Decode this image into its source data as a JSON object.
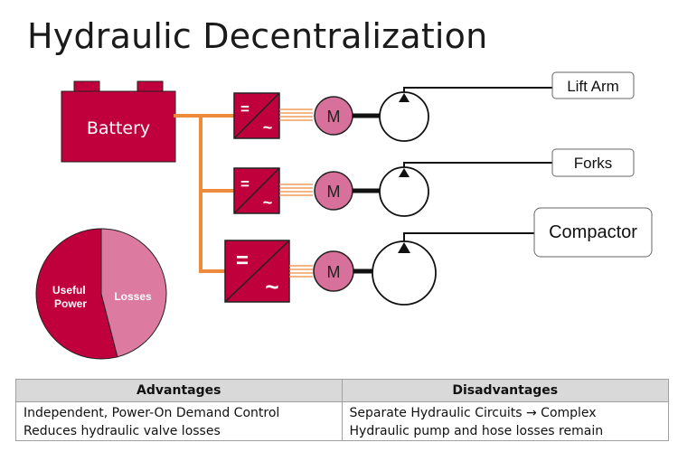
{
  "title": "Hydraulic Decentralization",
  "battery": {
    "label": "Battery"
  },
  "motor_label": "M",
  "inverter": {
    "dc_symbol": "=",
    "ac_symbol": "~"
  },
  "outputs": [
    "Lift Arm",
    "Forks",
    "Compactor"
  ],
  "pie": {
    "slices": [
      {
        "label_lines": [
          "Useful",
          "Power"
        ],
        "fraction": 0.54,
        "color": "#c0003c"
      },
      {
        "label_lines": [
          "Losses"
        ],
        "fraction": 0.46,
        "color": "#dc7aa0"
      }
    ]
  },
  "table": {
    "headers": [
      "Advantages",
      "Disadvantages"
    ],
    "advantages": [
      "Independent, Power-On Demand Control",
      "Reduces hydraulic valve losses"
    ],
    "disadvantages": [
      "Separate Hydraulic Circuits → Complex",
      "Hydraulic pump and hose losses remain"
    ]
  },
  "colors": {
    "crimson": "#c0003c",
    "motor_pink": "#d7709a",
    "cable_orange": "#ee8a3b",
    "slice_light": "#dc7aa0"
  }
}
